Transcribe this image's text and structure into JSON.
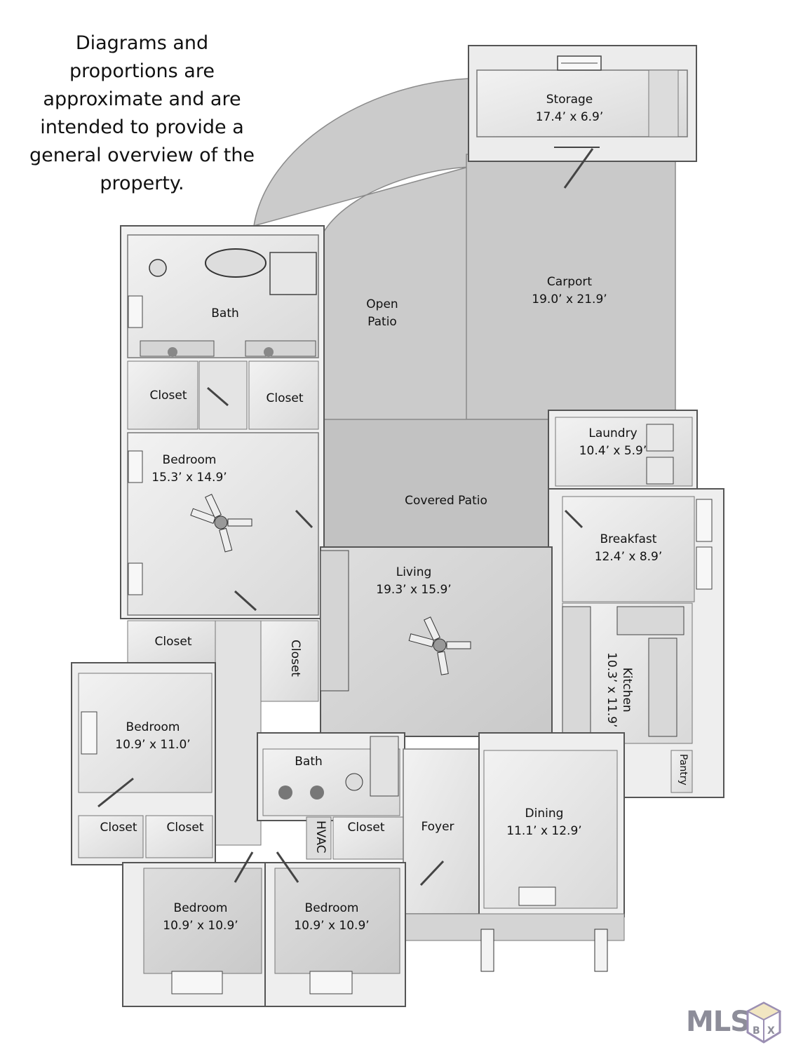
{
  "disclaimer": {
    "lines": [
      "Diagrams and",
      "proportions are",
      "approximate and are",
      "intended to provide a",
      "general overview of the",
      "property."
    ]
  },
  "rooms": {
    "storage": {
      "name": "Storage",
      "size": "17.4’ x 6.9’"
    },
    "carport": {
      "name": "Carport",
      "size": "19.0’ x 21.9’"
    },
    "open_patio": {
      "line1": "Open",
      "line2": "Patio"
    },
    "master_bath": {
      "name": "Bath"
    },
    "closet_left": {
      "name": "Closet"
    },
    "closet_right": {
      "name": "Closet"
    },
    "master_bedroom": {
      "name": "Bedroom",
      "size": "15.3’ x 14.9’"
    },
    "laundry": {
      "name": "Laundry",
      "size": "10.4’ x 5.9’"
    },
    "covered_patio": {
      "name": "Covered Patio"
    },
    "breakfast": {
      "name": "Breakfast",
      "size": "12.4’ x 8.9’"
    },
    "living": {
      "name": "Living",
      "size": "19.3’ x 15.9’"
    },
    "hall_closet": {
      "name": "Closet"
    },
    "closet_vertical": {
      "name": "Closet"
    },
    "kitchen": {
      "name": "Kitchen",
      "size": "10.3’ x 11.9’"
    },
    "bedroom_2": {
      "name": "Bedroom",
      "size": "10.9’ x 11.0’"
    },
    "hall_bath": {
      "name": "Bath"
    },
    "pantry": {
      "name": "Pantry"
    },
    "closet_b2_left": {
      "name": "Closet"
    },
    "closet_b2_right": {
      "name": "Closet"
    },
    "hvac": {
      "name": "HVAC"
    },
    "closet_hall_bath": {
      "name": "Closet"
    },
    "foyer": {
      "name": "Foyer"
    },
    "dining": {
      "name": "Dining",
      "size": "11.1’ x 12.9’"
    },
    "bedroom_3": {
      "name": "Bedroom",
      "size": "10.9’ x 10.9’"
    },
    "bedroom_4": {
      "name": "Bedroom",
      "size": "10.9’ x 10.9’"
    }
  },
  "logo": {
    "text": "MLS",
    "icon": "bx-cube-icon"
  },
  "colors": {
    "patio": "#c8c8c8",
    "room_floor": "#e2e2e2",
    "wall": "#f4f4f4",
    "wall_edge": "#555555"
  }
}
